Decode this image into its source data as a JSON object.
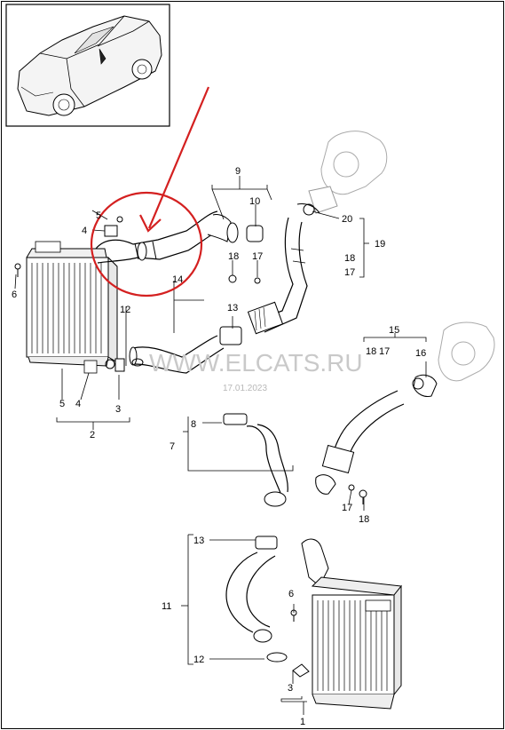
{
  "watermark": {
    "text": "WWW.ELCATS.RU",
    "date": "17.01.2023"
  },
  "callouts": {
    "c1": "1",
    "c2": "2",
    "c3a": "3",
    "c3b": "3",
    "c4a": "4",
    "c4b": "4",
    "c5a": "5",
    "c5b": "5",
    "c6a": "6",
    "c6b": "6",
    "c7": "7",
    "c8": "8",
    "c9": "9",
    "c10": "10",
    "c11": "11",
    "c12a": "12",
    "c12b": "12",
    "c13a": "13",
    "c13b": "13",
    "c14": "14",
    "c15": "15",
    "c16": "16",
    "c17a": "17",
    "c17b": "17",
    "c17c": "17",
    "c17d": "17",
    "c18a": "18",
    "c18b": "18",
    "c18c": "18",
    "c18d": "18",
    "c19": "19",
    "c20": "20"
  },
  "colors": {
    "highlight": "#d42020",
    "line": "#000000",
    "watermark": "#c9c9c9"
  }
}
